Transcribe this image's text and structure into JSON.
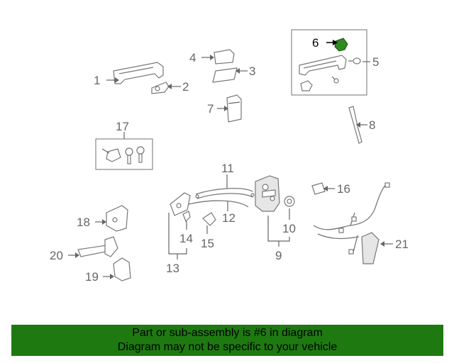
{
  "diagram": {
    "callouts": {
      "c1": "1",
      "c2": "2",
      "c3": "3",
      "c4": "4",
      "c5": "5",
      "c6": "6",
      "c7": "7",
      "c8": "8",
      "c9": "9",
      "c10": "10",
      "c11": "11",
      "c12": "12",
      "c13": "13",
      "c14": "14",
      "c15": "15",
      "c16": "16",
      "c17": "17",
      "c18": "18",
      "c19": "19",
      "c20": "20",
      "c21": "21"
    },
    "highlighted_part": "6",
    "highlight_color": "#2e8b20",
    "banner_color": "#1e7a10"
  },
  "banner": {
    "line1": "Part or sub-assembly is #6 in diagram",
    "line2": "Diagram may not be specific to your vehicle"
  }
}
